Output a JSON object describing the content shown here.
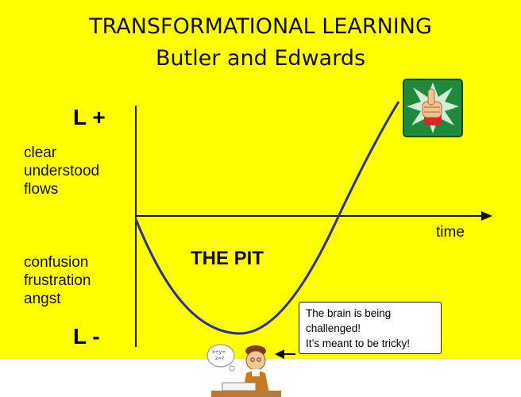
{
  "title": "TRANSFORMATIONAL LEARNING",
  "subtitle": "Butler and Edwards",
  "y_axis": {
    "top_label": "L +",
    "bottom_label": "L -",
    "positive_states": [
      "clear",
      "understood",
      "flows"
    ],
    "negative_states": [
      "confusion",
      "frustration",
      "angst"
    ]
  },
  "x_axis": {
    "label": "time"
  },
  "pit_label": "THE PIT",
  "callout": {
    "lines": [
      "The brain is being",
      "challenged!",
      "It’s meant to be tricky!"
    ]
  },
  "colors": {
    "background": "#ffff00",
    "curve": "#2e3192",
    "thumbs_badge": "#1f8a3a"
  },
  "icons": [
    "thumbs-up-icon",
    "student-thinking-icon"
  ]
}
